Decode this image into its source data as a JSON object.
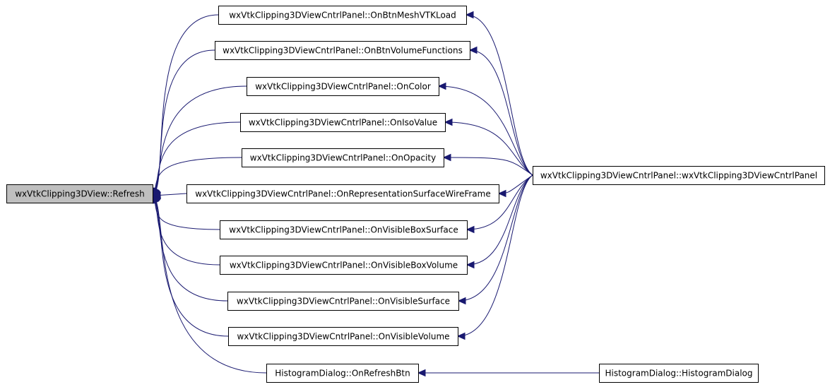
{
  "colors": {
    "root_fill": "#bfbfbf",
    "node_fill": "#ffffff",
    "edge": "#191970"
  },
  "nodes": [
    {
      "id": "refresh",
      "label": "wxVtkClipping3DView::Refresh"
    },
    {
      "id": "onBtnMesh",
      "label": "wxVtkClipping3DViewCntrlPanel::OnBtnMeshVTKLoad"
    },
    {
      "id": "onBtnVolume",
      "label": "wxVtkClipping3DViewCntrlPanel::OnBtnVolumeFunctions"
    },
    {
      "id": "onColor",
      "label": "wxVtkClipping3DViewCntrlPanel::OnColor"
    },
    {
      "id": "onIso",
      "label": "wxVtkClipping3DViewCntrlPanel::OnIsoValue"
    },
    {
      "id": "onOpacity",
      "label": "wxVtkClipping3DViewCntrlPanel::OnOpacity"
    },
    {
      "id": "onRepr",
      "label": "wxVtkClipping3DViewCntrlPanel::OnRepresentationSurfaceWireFrame"
    },
    {
      "id": "onVisBoxSurf",
      "label": "wxVtkClipping3DViewCntrlPanel::OnVisibleBoxSurface"
    },
    {
      "id": "onVisBoxVol",
      "label": "wxVtkClipping3DViewCntrlPanel::OnVisibleBoxVolume"
    },
    {
      "id": "onVisSurf",
      "label": "wxVtkClipping3DViewCntrlPanel::OnVisibleSurface"
    },
    {
      "id": "onVisVol",
      "label": "wxVtkClipping3DViewCntrlPanel::OnVisibleVolume"
    },
    {
      "id": "onRefreshBtn",
      "label": "HistogramDialog::OnRefreshBtn"
    },
    {
      "id": "ctor",
      "label": "wxVtkClipping3DViewCntrlPanel::wxVtkClipping3DViewCntrlPanel"
    },
    {
      "id": "histCtor",
      "label": "HistogramDialog::HistogramDialog"
    }
  ],
  "edges": [
    {
      "from": "onBtnMesh",
      "to": "refresh"
    },
    {
      "from": "onBtnVolume",
      "to": "refresh"
    },
    {
      "from": "onColor",
      "to": "refresh"
    },
    {
      "from": "onIso",
      "to": "refresh"
    },
    {
      "from": "onOpacity",
      "to": "refresh"
    },
    {
      "from": "onRepr",
      "to": "refresh"
    },
    {
      "from": "onVisBoxSurf",
      "to": "refresh"
    },
    {
      "from": "onVisBoxVol",
      "to": "refresh"
    },
    {
      "from": "onVisSurf",
      "to": "refresh"
    },
    {
      "from": "onVisVol",
      "to": "refresh"
    },
    {
      "from": "onRefreshBtn",
      "to": "refresh"
    },
    {
      "from": "ctor",
      "to": "onBtnMesh"
    },
    {
      "from": "ctor",
      "to": "onBtnVolume"
    },
    {
      "from": "ctor",
      "to": "onColor"
    },
    {
      "from": "ctor",
      "to": "onIso"
    },
    {
      "from": "ctor",
      "to": "onOpacity"
    },
    {
      "from": "ctor",
      "to": "onRepr"
    },
    {
      "from": "ctor",
      "to": "onVisBoxSurf"
    },
    {
      "from": "ctor",
      "to": "onVisBoxVol"
    },
    {
      "from": "ctor",
      "to": "onVisSurf"
    },
    {
      "from": "ctor",
      "to": "onVisVol"
    },
    {
      "from": "histCtor",
      "to": "onRefreshBtn"
    }
  ]
}
